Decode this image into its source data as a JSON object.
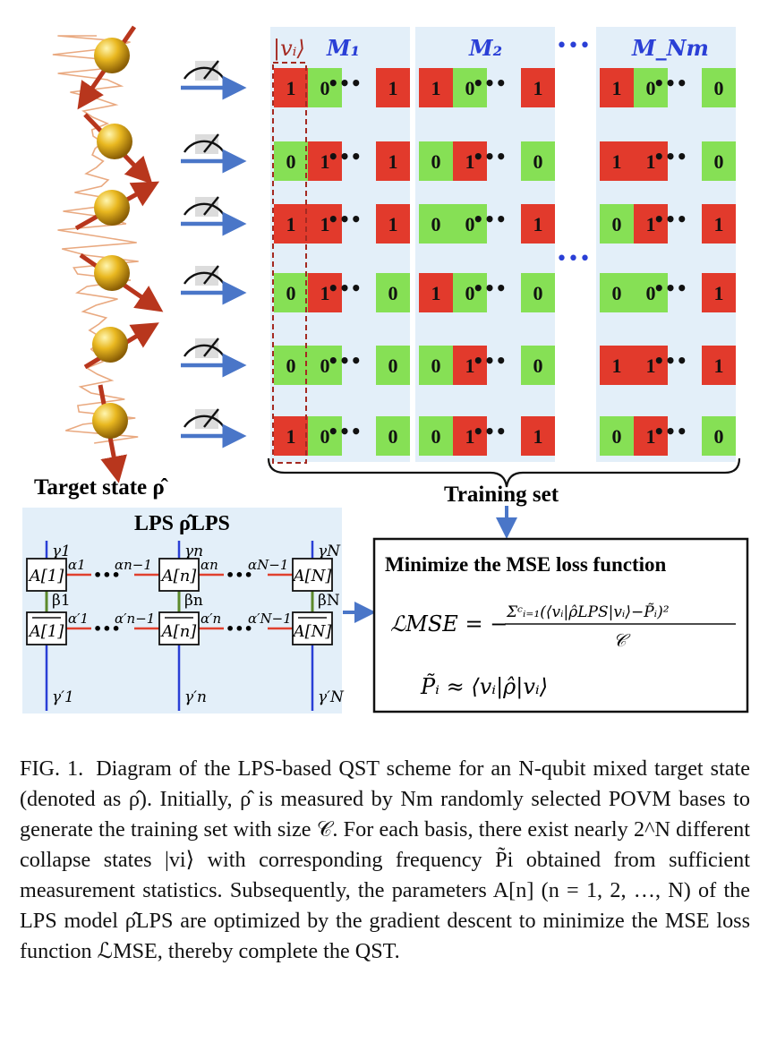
{
  "figure": {
    "target_label": "Target state ρ̂",
    "training_label": "Training set",
    "vi_label": "|vᵢ⟩",
    "basis_labels": [
      "M₁",
      "M₂",
      "M_Nm"
    ],
    "ellipsis": "•••",
    "bit_ellipsis": "•••",
    "grid_rows": [
      [
        [
          1,
          0,
          1
        ],
        [
          1,
          0,
          1
        ],
        [
          1,
          0,
          0
        ]
      ],
      [
        [
          0,
          1,
          1
        ],
        [
          0,
          1,
          0
        ],
        [
          1,
          1,
          0
        ]
      ],
      [
        [
          1,
          1,
          1
        ],
        [
          0,
          0,
          1
        ],
        [
          0,
          1,
          1
        ]
      ],
      [
        [
          0,
          1,
          0
        ],
        [
          1,
          0,
          0
        ],
        [
          0,
          0,
          1
        ]
      ],
      [
        [
          0,
          0,
          0
        ],
        [
          0,
          1,
          0
        ],
        [
          1,
          1,
          1
        ]
      ],
      [
        [
          1,
          0,
          0
        ],
        [
          0,
          1,
          1
        ],
        [
          0,
          1,
          0
        ]
      ]
    ],
    "lps": {
      "title": "LPS ρ̂LPS",
      "tensors": [
        "A[1]",
        "A[n]",
        "A[N]"
      ],
      "tensors_conj": [
        "A[1]",
        "A[n]",
        "A[N]"
      ],
      "gamma_top": [
        "γ1",
        "γn",
        "γN"
      ],
      "gamma_bot": [
        "γ′1",
        "γ′n",
        "γ′N"
      ],
      "alpha_top": [
        "α1",
        "αn−1",
        "αn",
        "αN−1"
      ],
      "alpha_bot": [
        "α′1",
        "α′n−1",
        "α′n",
        "α′N−1"
      ],
      "beta": [
        "β1",
        "βn",
        "βN"
      ]
    },
    "loss_box": {
      "title": "Minimize the MSE loss function",
      "loss_lhs": "ℒMSE = −",
      "loss_num": "Σᶜᵢ₌₁(⟨vᵢ|ρ̂LPS|vᵢ⟩−P̃ᵢ)²",
      "loss_den": "𝒞",
      "approx": "P̃ᵢ ≈ ⟨vᵢ|ρ̂|vᵢ⟩"
    },
    "colors": {
      "red": "#e23a2c",
      "green": "#86e055",
      "panel": "#e3eff9",
      "blue_text": "#2a3fd6",
      "arrow": "#4a76c8",
      "link_red": "#e0412f",
      "link_green": "#5c8a2c"
    }
  },
  "caption": {
    "label": "FIG. 1.",
    "text": "Diagram of the LPS-based QST scheme for an N-qubit mixed target state (denoted as ρ̂). Initially, ρ̂ is measured by Nm randomly selected POVM bases to generate the training set with size 𝒞. For each basis, there exist nearly 2^N different collapse states |vi⟩ with corresponding frequency P̃i obtained from sufficient measurement statistics. Subsequently, the parameters A[n] (n = 1, 2, …, N) of the LPS model ρ̂LPS are optimized by the gradient descent to minimize the MSE loss function ℒMSE, thereby complete the QST."
  }
}
